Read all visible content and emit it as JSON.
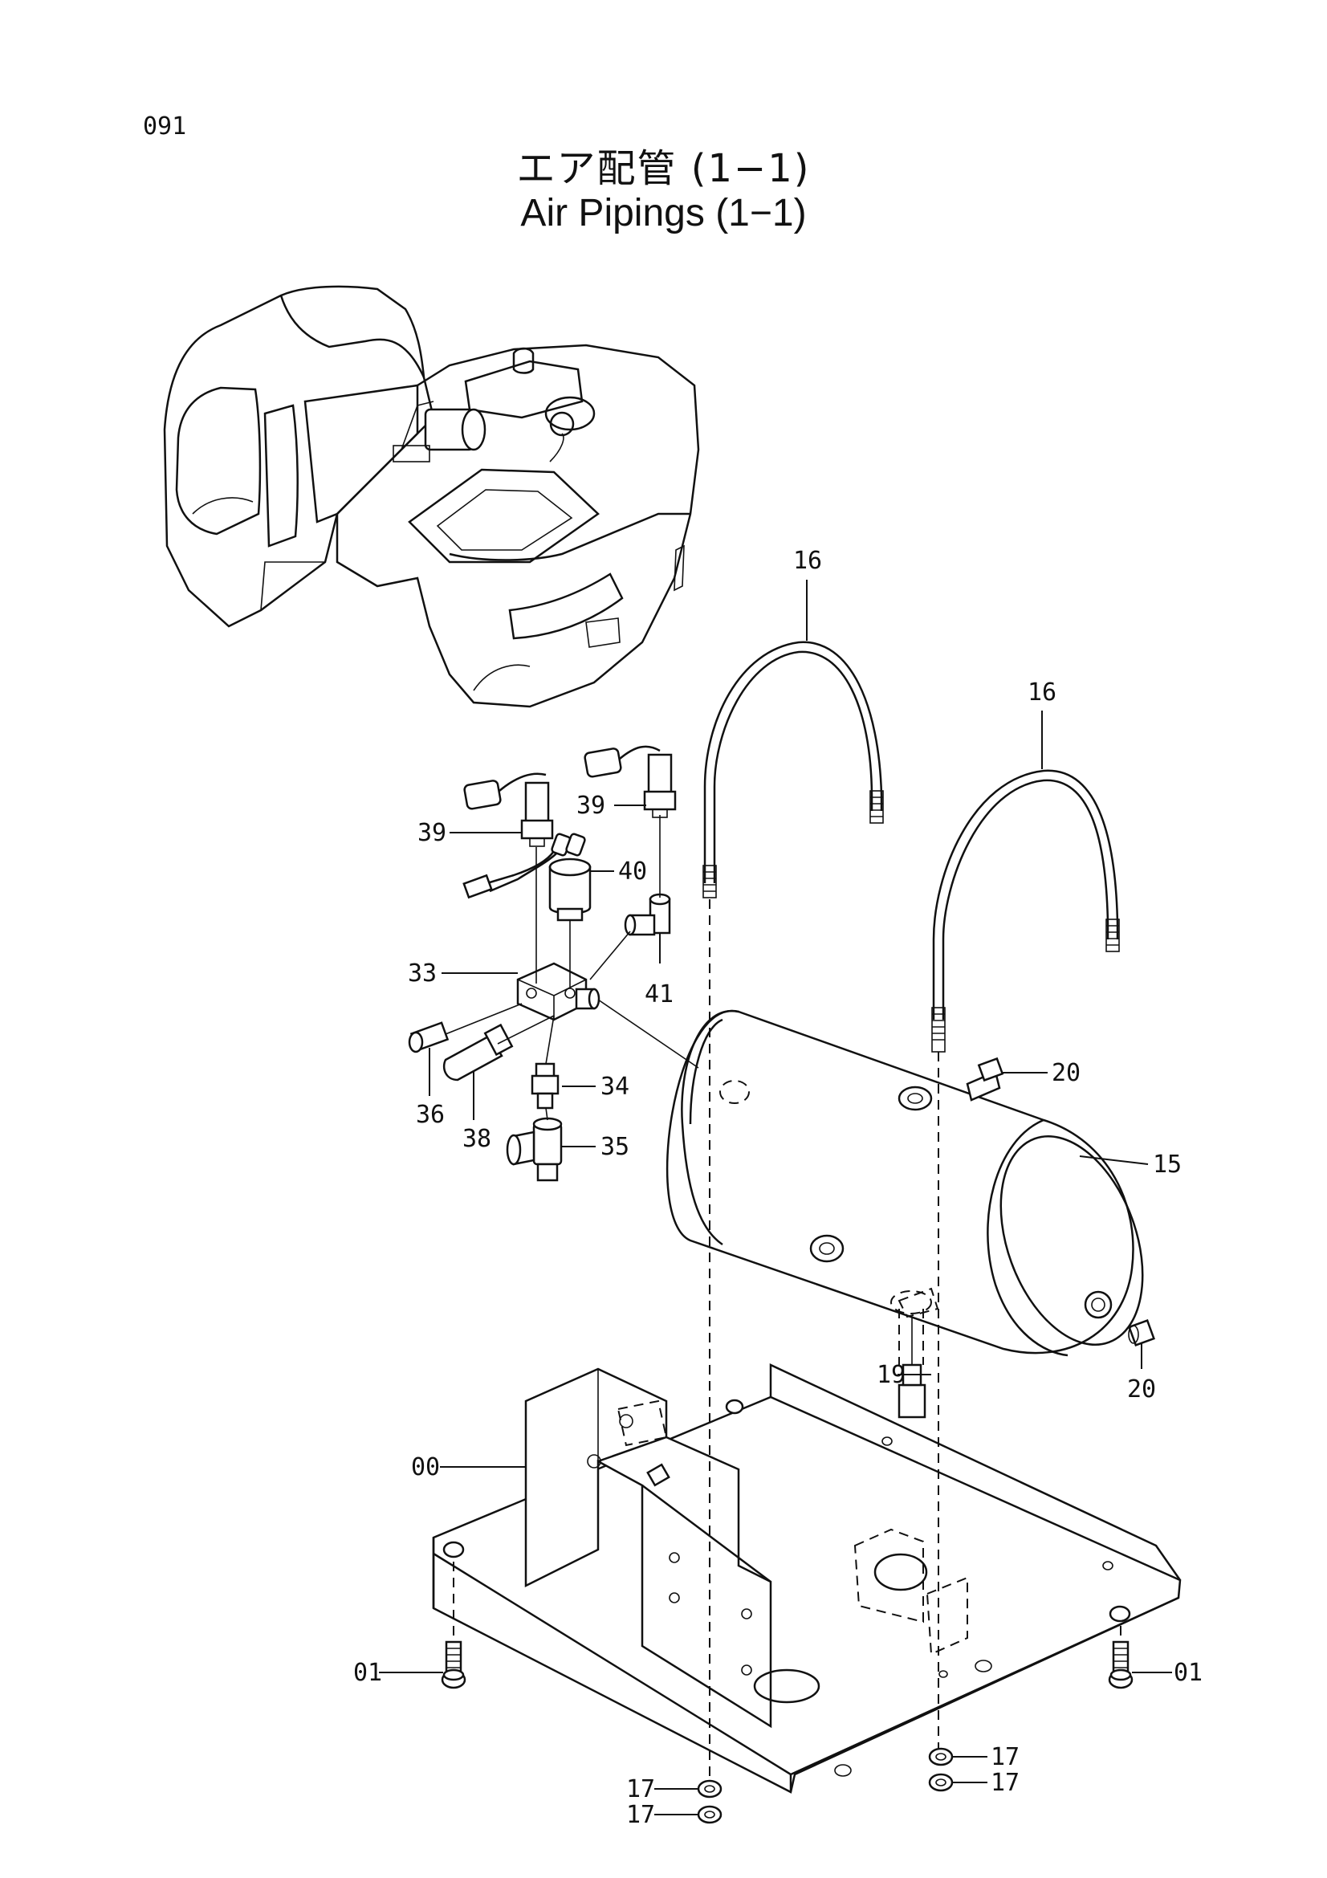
{
  "page": {
    "number": "091",
    "title_jp": "エア配管 (1−1)",
    "title_en": "Air Pipings (1−1)"
  },
  "callouts": [
    {
      "id": "c16a",
      "label": "16"
    },
    {
      "id": "c16b",
      "label": "16"
    },
    {
      "id": "c39a",
      "label": "39"
    },
    {
      "id": "c39b",
      "label": "39"
    },
    {
      "id": "c40",
      "label": "40"
    },
    {
      "id": "c33",
      "label": "33"
    },
    {
      "id": "c41",
      "label": "41"
    },
    {
      "id": "c20a",
      "label": "20"
    },
    {
      "id": "c34",
      "label": "34"
    },
    {
      "id": "c36",
      "label": "36"
    },
    {
      "id": "c38",
      "label": "38"
    },
    {
      "id": "c35",
      "label": "35"
    },
    {
      "id": "c15",
      "label": "15"
    },
    {
      "id": "c19",
      "label": "19"
    },
    {
      "id": "c20b",
      "label": "20"
    },
    {
      "id": "c00",
      "label": "00"
    },
    {
      "id": "c01a",
      "label": "01"
    },
    {
      "id": "c01b",
      "label": "01"
    },
    {
      "id": "c17a",
      "label": "17"
    },
    {
      "id": "c17b",
      "label": "17"
    },
    {
      "id": "c17c",
      "label": "17"
    },
    {
      "id": "c17d",
      "label": "17"
    }
  ]
}
